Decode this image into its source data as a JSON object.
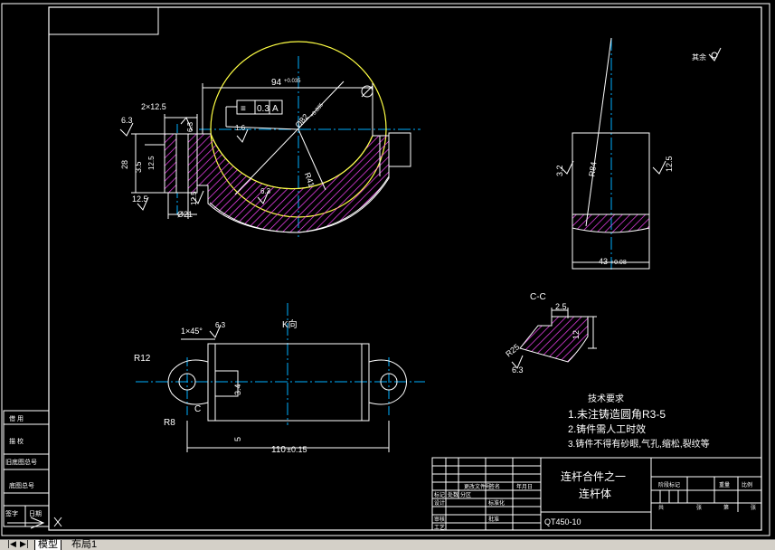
{
  "drawing": {
    "section_label": "C-C",
    "view_label": "K向",
    "dims": {
      "d_94": "94",
      "tol_94": "+0.035",
      "d_2x12_5": "2×12.5",
      "rough_6_3_a": "6.3",
      "d_28": "28",
      "d_3_5": "3.5",
      "d_12_5": "12.5",
      "d_12_5_b": "12.5",
      "d_phi21": "Ø21",
      "rough_6_3_b": "6.3",
      "d_phi82": "Ø82",
      "tol_phi82": "+0.035",
      "d_r41": "R41",
      "geo_sym": "≡",
      "geo_val": "0.3",
      "geo_ref": "A",
      "d_1_6": "1.6",
      "rough_6_3_c": "6.3",
      "d_12_5_c": "12.5",
      "d_r84": "R84",
      "d_3_2": "3.2",
      "d_43": "43",
      "tol_43": "+0.08",
      "d_2_5": "2.5",
      "d_12": "12",
      "d_r25": "R25",
      "rough_6_3_d": "6.3",
      "chamfer": "1×45°",
      "rough_6_3_e": "6.3",
      "d_r12": "R12",
      "d_r8": "R8",
      "label_c": "C",
      "d_3_4": "3.4",
      "d_5": "5",
      "d_110": "110",
      "tol_110": "±0.15",
      "remain": "其余"
    },
    "tech": {
      "title": "技术要求",
      "items": [
        "1.未注铸造圆角R3-5",
        "2.铸件需人工时效",
        "3.铸件不得有砂眼,气孔,缩松,裂纹等"
      ]
    },
    "title_block": {
      "part_name_1": "连杆合件之一",
      "part_name_2": "连杆体",
      "material": "QT450-10",
      "stage_marker": "阶段标记",
      "weight": "重量",
      "ratio": "比例",
      "count": "共",
      "sheet": "第",
      "sheet_count": "张",
      "mark": "标记",
      "places": "处数",
      "zone": "分区",
      "change_no": "更改文件号",
      "signature": "签名",
      "date": "年月日",
      "design": "设计",
      "standard": "标准化",
      "check": "审核",
      "process": "工艺",
      "approve": "批准"
    },
    "side_block": {
      "row1": "借 用",
      "row2": "描 校",
      "row3": "旧底图总号",
      "row4": "底图总号",
      "row5": "签字",
      "row6": "日期"
    }
  },
  "tabs": {
    "model": "模型",
    "layout1": "布局1"
  },
  "colors": {
    "line": "#ffffff",
    "centerline": "#00b0ff",
    "circle": "#ffff44",
    "hatch": "#ff44ff",
    "background": "#000000"
  }
}
